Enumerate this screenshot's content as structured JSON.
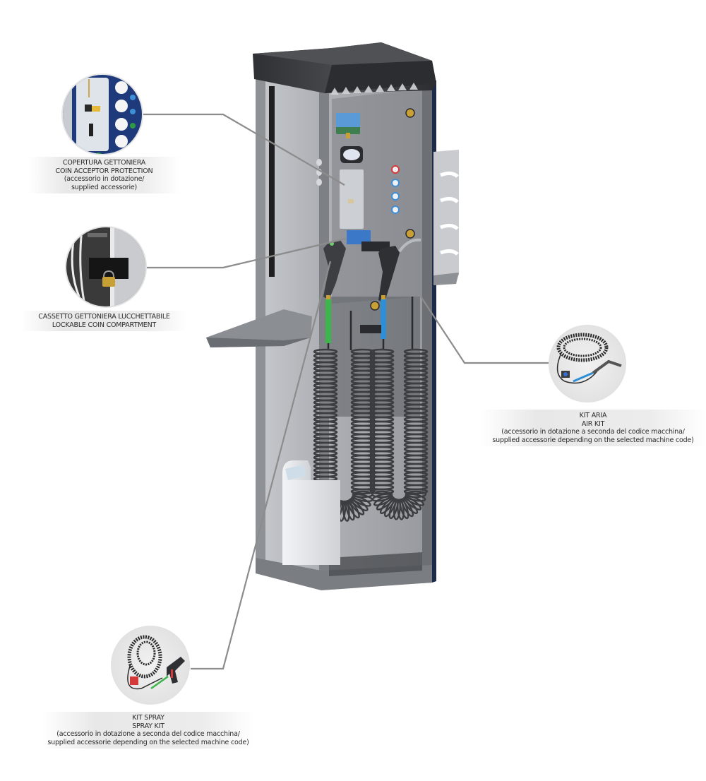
{
  "title": "Coin-operated service column with accessory callouts",
  "colors": {
    "background": "#ffffff",
    "callout_line": "#8c8c8c",
    "cabinet_frame": "#6e7073",
    "cabinet_glass": "#b9bcc0",
    "cabinet_top": "#3a3b3e",
    "hose_coil": "#3c3d40",
    "spray_hose_accent": "#3db54a",
    "air_hose_accent": "#2f8fd6",
    "coin_panel_blue": "#1f3a7a",
    "button_blue": "#3f8fd8",
    "button_red": "#d43a3a",
    "brass": "#c8a035"
  },
  "callouts": [
    {
      "id": "coin-acceptor-protection",
      "lines": [
        "COPERTURA GETTONIERA",
        "COIN ACCEPTOR PROTECTION",
        "(accessorio in dotazione/",
        "supplied accessorie)"
      ],
      "image": "coin-acceptor-closeup"
    },
    {
      "id": "lockable-coin-compartment",
      "lines": [
        "CASSETTO GETTONIERA LUCCHETTABILE",
        "LOCKABLE COIN COMPARTMENT"
      ],
      "image": "padlocked-drawer-closeup"
    },
    {
      "id": "air-kit",
      "lines": [
        "KIT ARIA",
        "AIR KIT",
        "(accessorio in dotazione a seconda del codice macchina/",
        "supplied accessorie depending on the selected machine code)"
      ],
      "image": "air-hose-kit"
    },
    {
      "id": "spray-kit",
      "lines": [
        "KIT SPRAY",
        "SPRAY KIT",
        "(accessorio in dotazione a seconda del codice macchina/",
        "supplied accessorie depending on the selected machine code)"
      ],
      "image": "spray-gun-kit"
    }
  ]
}
